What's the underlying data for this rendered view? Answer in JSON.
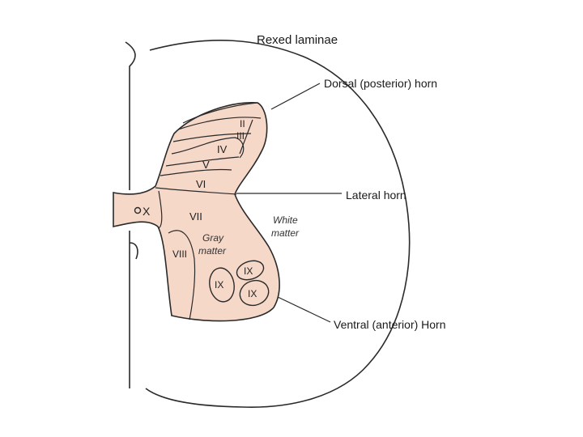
{
  "title": "Rexed laminae",
  "callouts": {
    "dorsal": "Dorsal (posterior) horn",
    "lateral": "Lateral horn",
    "ventral": "Ventral (anterior) Horn"
  },
  "laminae": {
    "II": "II",
    "III": "III",
    "IV": "IV",
    "V": "V",
    "VI": "VI",
    "VII": "VII",
    "VIII": "VIII",
    "IX_top": "IX",
    "IX_left": "IX",
    "IX_right": "IX",
    "X": "X"
  },
  "regions": {
    "gray_line1": "Gray",
    "gray_line2": "matter",
    "white_line1": "White",
    "white_line2": "matter"
  },
  "colors": {
    "gray_matter": "#f6d8c9",
    "outline": "#2a2a2a",
    "background": "#ffffff"
  }
}
